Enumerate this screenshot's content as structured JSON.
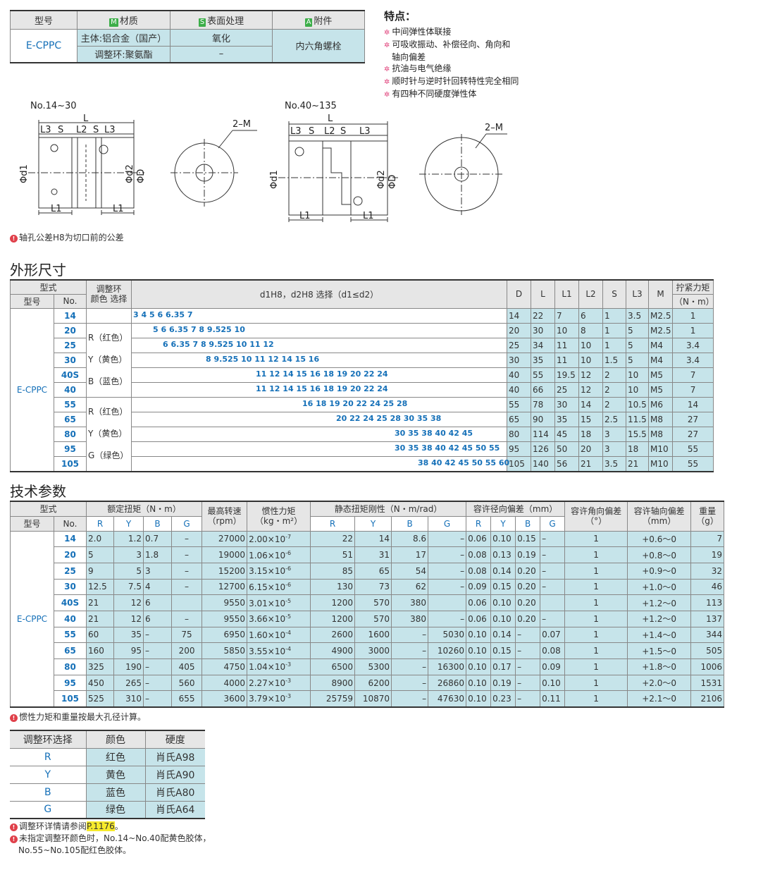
{
  "material_table": {
    "headers": {
      "model": "型号",
      "material": "材质",
      "surface": "表面处理",
      "accessory": "附件"
    },
    "tags": {
      "material": "M",
      "surface": "S",
      "accessory": "A"
    },
    "model": "E-CPPC",
    "row1": {
      "material": "主体:铝合金（国产）",
      "surface": "氧化"
    },
    "row2": {
      "material": "调整环:聚氨酯",
      "surface": "–"
    },
    "accessory": "内六角螺栓",
    "colors": {
      "tag_green": "#3cae49",
      "cyan": "#c6e4ea",
      "blue_text": "#1570b8"
    }
  },
  "features": {
    "title": "特点：",
    "items": [
      "中间弹性体联接",
      "可吸收振动、补偿径向、角向和",
      "轴向偏差",
      "抗油与电气绝缘",
      "顺时针与逆时针回转特性完全相同",
      "有四种不同硬度弹性体"
    ]
  },
  "drawings": {
    "left_label": "No.14~30",
    "right_label": "No.40~135",
    "dims": {
      "L": "L",
      "L1": "L1",
      "L2": "L2",
      "L3": "L3",
      "S": "S",
      "d1": "Φd1",
      "d2": "Φd2",
      "D": "ΦD",
      "m": "2–M"
    }
  },
  "note_bore": "轴孔公差H8为切口前的公差",
  "dim_section": {
    "title": "外形尺寸",
    "headers": {
      "type": "型式",
      "model": "型号",
      "no": "No.",
      "ring1": "调整环",
      "ring2": "颜色 选择",
      "d_select": "d1H8，d2H8 选择（d1≤d2）",
      "D": "D",
      "L": "L",
      "L1": "L1",
      "L2": "L2",
      "S": "S",
      "L3": "L3",
      "M": "M",
      "torque1": "拧紧力矩",
      "torque2": "（N・m）"
    },
    "model": "E-CPPC",
    "color_groups": [
      {
        "a": "R（红色）",
        "b": "Y（黄色）",
        "c": "B（蓝色）"
      },
      {
        "a": "R（红色）",
        "b": "Y（黄色）",
        "c": "G（绿色）"
      }
    ],
    "rows": [
      {
        "no": "14",
        "bores": "3 4 5 6 6.35 7",
        "offset": 0,
        "D": "14",
        "L": "22",
        "L1": "7",
        "L2": "6",
        "S": "1",
        "L3": "3.5",
        "M": "M2.5",
        "T": "1"
      },
      {
        "no": "20",
        "bores": "5 6 6.35 7 8 9.525 10",
        "offset": 28,
        "D": "20",
        "L": "30",
        "L1": "10",
        "L2": "8",
        "S": "1",
        "L3": "5",
        "M": "M2.5",
        "T": "1"
      },
      {
        "no": "25",
        "bores": "6 6.35 7 8 9.525 10 11 12",
        "offset": 42,
        "D": "25",
        "L": "34",
        "L1": "11",
        "L2": "10",
        "S": "1",
        "L3": "5",
        "M": "M4",
        "T": "3.4"
      },
      {
        "no": "30",
        "bores": "8 9.525 10 11 12 14 15 16",
        "offset": 103,
        "D": "30",
        "L": "35",
        "L1": "11",
        "L2": "10",
        "S": "1.5",
        "L3": "5",
        "M": "M4",
        "T": "3.4"
      },
      {
        "no": "40S",
        "bores": "11 12 14 15 16 18 19 20 22 24",
        "offset": 174,
        "D": "40",
        "L": "55",
        "L1": "19.5",
        "L2": "12",
        "S": "2",
        "L3": "10",
        "M": "M5",
        "T": "7"
      },
      {
        "no": "40",
        "bores": "11 12 14 15 16 18 19 20 22 24",
        "offset": 174,
        "D": "40",
        "L": "66",
        "L1": "25",
        "L2": "12",
        "S": "2",
        "L3": "10",
        "M": "M5",
        "T": "7"
      },
      {
        "no": "55",
        "bores": "16 18 19 20 22 24 25 28",
        "offset": 240,
        "D": "55",
        "L": "78",
        "L1": "30",
        "L2": "14",
        "S": "2",
        "L3": "10.5",
        "M": "M6",
        "T": "14"
      },
      {
        "no": "65",
        "bores": "20 22 24 25 28 30 35 38",
        "offset": 288,
        "D": "65",
        "L": "90",
        "L1": "35",
        "L2": "15",
        "S": "2.5",
        "L3": "11.5",
        "M": "M8",
        "T": "27"
      },
      {
        "no": "80",
        "bores": "30 35 38 40 42 45",
        "offset": 371,
        "D": "80",
        "L": "114",
        "L1": "45",
        "L2": "18",
        "S": "3",
        "L3": "15.5",
        "M": "M8",
        "T": "27"
      },
      {
        "no": "95",
        "bores": "30 35 38 40 42 45 50 55",
        "offset": 371,
        "D": "95",
        "L": "126",
        "L1": "50",
        "L2": "20",
        "S": "3",
        "L3": "18",
        "M": "M10",
        "T": "55"
      },
      {
        "no": "105",
        "bores": "38 40 42 45 50 55 60",
        "offset": 404,
        "D": "105",
        "L": "140",
        "L1": "56",
        "L2": "21",
        "S": "3.5",
        "L3": "21",
        "M": "M10",
        "T": "55"
      }
    ]
  },
  "tech_section": {
    "title": "技术参数",
    "headers": {
      "type": "型式",
      "model": "型号",
      "no": "No.",
      "rated": "额定扭矩（N・m）",
      "speed1": "最高转速",
      "speed2": "（rpm）",
      "inertia1": "惯性力矩",
      "inertia2": "（kg・m²）",
      "stiff": "静态扭矩刚性（N・m/rad）",
      "radial": "容许径向偏差（mm）",
      "angular1": "容许角向偏差",
      "angular2": "（°）",
      "axial1": "容许轴向偏差",
      "axial2": "（mm）",
      "weight1": "重量",
      "weight2": "（g）",
      "R": "R",
      "Y": "Y",
      "B": "B",
      "G": "G"
    },
    "model": "E-CPPC",
    "rows": [
      {
        "no": "14",
        "tR": "2.0",
        "tY": "1.2",
        "tB": "0.7",
        "tG": "–",
        "rpm": "27000",
        "im": "2.00",
        "ie": "-7",
        "sR": "22",
        "sY": "14",
        "sB": "8.6",
        "sG": "–",
        "rR": "0.06",
        "rY": "0.10",
        "rB": "0.15",
        "rG": "–",
        "ang": "1",
        "ax": "+0.6～0",
        "w": "7"
      },
      {
        "no": "20",
        "tR": "5",
        "tY": "3",
        "tB": "1.8",
        "tG": "–",
        "rpm": "19000",
        "im": "1.06",
        "ie": "-6",
        "sR": "51",
        "sY": "31",
        "sB": "17",
        "sG": "–",
        "rR": "0.08",
        "rY": "0.13",
        "rB": "0.19",
        "rG": "–",
        "ang": "1",
        "ax": "+0.8～0",
        "w": "19"
      },
      {
        "no": "25",
        "tR": "9",
        "tY": "5",
        "tB": "3",
        "tG": "–",
        "rpm": "15200",
        "im": "3.15",
        "ie": "-6",
        "sR": "85",
        "sY": "65",
        "sB": "54",
        "sG": "–",
        "rR": "0.08",
        "rY": "0.14",
        "rB": "0.20",
        "rG": "–",
        "ang": "1",
        "ax": "+0.9～0",
        "w": "32"
      },
      {
        "no": "30",
        "tR": "12.5",
        "tY": "7.5",
        "tB": "4",
        "tG": "–",
        "rpm": "12700",
        "im": "6.15",
        "ie": "-6",
        "sR": "130",
        "sY": "73",
        "sB": "62",
        "sG": "–",
        "rR": "0.09",
        "rY": "0.15",
        "rB": "0.20",
        "rG": "–",
        "ang": "1",
        "ax": "+1.0～0",
        "w": "46"
      },
      {
        "no": "40S",
        "tR": "21",
        "tY": "12",
        "tB": "6",
        "tG": "",
        "rpm": "9550",
        "im": "3.01",
        "ie": "-5",
        "sR": "1200",
        "sY": "570",
        "sB": "380",
        "sG": "",
        "rR": "0.06",
        "rY": "0.10",
        "rB": "0.20",
        "rG": "",
        "ang": "1",
        "ax": "+1.2～0",
        "w": "113"
      },
      {
        "no": "40",
        "tR": "21",
        "tY": "12",
        "tB": "6",
        "tG": "–",
        "rpm": "9550",
        "im": "3.66",
        "ie": "-5",
        "sR": "1200",
        "sY": "570",
        "sB": "380",
        "sG": "–",
        "rR": "0.06",
        "rY": "0.10",
        "rB": "0.20",
        "rG": "–",
        "ang": "1",
        "ax": "+1.2～0",
        "w": "137"
      },
      {
        "no": "55",
        "tR": "60",
        "tY": "35",
        "tB": "–",
        "tG": "75",
        "rpm": "6950",
        "im": "1.60",
        "ie": "-4",
        "sR": "2600",
        "sY": "1600",
        "sB": "–",
        "sG": "5030",
        "rR": "0.10",
        "rY": "0.14",
        "rB": "–",
        "rG": "0.07",
        "ang": "1",
        "ax": "+1.4～0",
        "w": "344"
      },
      {
        "no": "65",
        "tR": "160",
        "tY": "95",
        "tB": "–",
        "tG": "200",
        "rpm": "5850",
        "im": "3.55",
        "ie": "-4",
        "sR": "4900",
        "sY": "3000",
        "sB": "–",
        "sG": "10260",
        "rR": "0.10",
        "rY": "0.15",
        "rB": "–",
        "rG": "0.08",
        "ang": "1",
        "ax": "+1.5～0",
        "w": "505"
      },
      {
        "no": "80",
        "tR": "325",
        "tY": "190",
        "tB": "–",
        "tG": "405",
        "rpm": "4750",
        "im": "1.04",
        "ie": "-3",
        "sR": "6500",
        "sY": "5300",
        "sB": "–",
        "sG": "16300",
        "rR": "0.10",
        "rY": "0.17",
        "rB": "–",
        "rG": "0.09",
        "ang": "1",
        "ax": "+1.8～0",
        "w": "1006"
      },
      {
        "no": "95",
        "tR": "450",
        "tY": "265",
        "tB": "–",
        "tG": "560",
        "rpm": "4000",
        "im": "2.27",
        "ie": "-3",
        "sR": "8900",
        "sY": "6200",
        "sB": "–",
        "sG": "26860",
        "rR": "0.10",
        "rY": "0.19",
        "rB": "–",
        "rG": "0.10",
        "ang": "1",
        "ax": "+2.0～0",
        "w": "1531"
      },
      {
        "no": "105",
        "tR": "525",
        "tY": "310",
        "tB": "–",
        "tG": "655",
        "rpm": "3600",
        "im": "3.79",
        "ie": "-3",
        "sR": "25759",
        "sY": "10870",
        "sB": "–",
        "sG": "47630",
        "rR": "0.10",
        "rY": "0.23",
        "rB": "–",
        "rG": "0.11",
        "ang": "1",
        "ax": "+2.1～0",
        "w": "2106"
      }
    ]
  },
  "note_inertia": "惯性力矩和重量按最大孔径计算。",
  "ring_table": {
    "headers": {
      "select": "调整环选择",
      "color": "颜色",
      "hardness": "硬度"
    },
    "rows": [
      {
        "code": "R",
        "color": "红色",
        "hardness": "肖氏A98"
      },
      {
        "code": "Y",
        "color": "黄色",
        "hardness": "肖氏A90"
      },
      {
        "code": "B",
        "color": "蓝色",
        "hardness": "肖氏A80"
      },
      {
        "code": "G",
        "color": "绿色",
        "hardness": "肖氏A64"
      }
    ]
  },
  "notes_bottom": {
    "ref_prefix": "调整环详情请参阅",
    "ref_page": "P.1176",
    "ref_suffix": "。",
    "default_line1": "未指定调整环颜色时，No.14~No.40配黄色胶体，",
    "default_line2": "No.55~No.105配红色胶体。"
  },
  "warn_glyph": "!"
}
